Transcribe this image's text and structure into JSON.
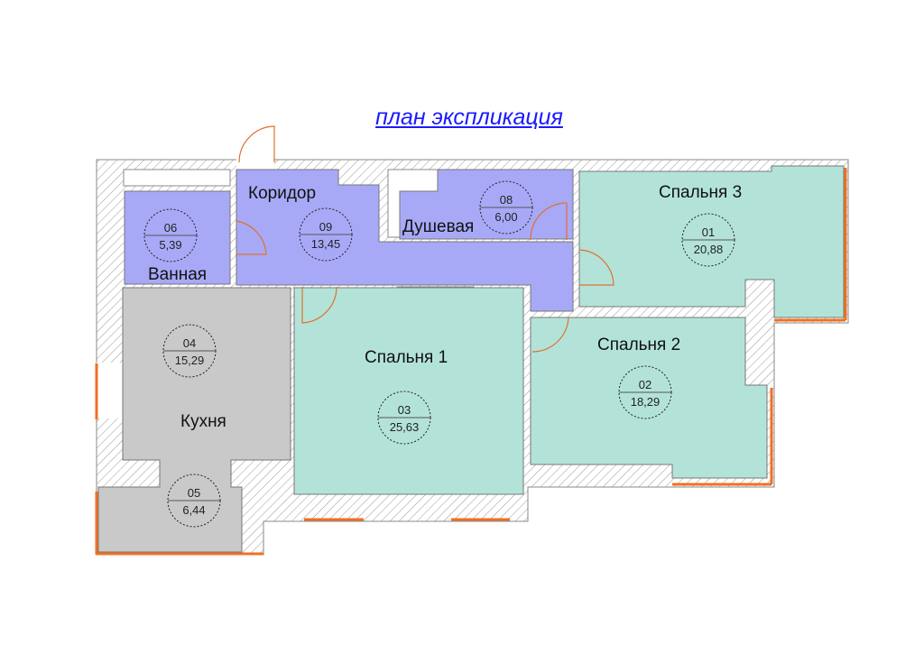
{
  "title": "план экспликация",
  "colors": {
    "wet": "#a7a9f7",
    "bedroom": "#b3e3d8",
    "kitchen": "#c9c9c9",
    "window": "#f07020",
    "door": "#e07030",
    "title": "#1a1aff"
  },
  "rooms": [
    {
      "name": "Спальня 3",
      "number": "01",
      "area": "20,88"
    },
    {
      "name": "Спальня 2",
      "number": "02",
      "area": "18,29"
    },
    {
      "name": "Спальня 1",
      "number": "03",
      "area": "25,63"
    },
    {
      "name": "Кухня",
      "number": "04",
      "area": "15,29"
    },
    {
      "name": "",
      "number": "05",
      "area": "6,44"
    },
    {
      "name": "Ванная",
      "number": "06",
      "area": "5,39"
    },
    {
      "name": "Душевая",
      "number": "08",
      "area": "6,00"
    },
    {
      "name": "Коридор",
      "number": "09",
      "area": "13,45"
    }
  ]
}
